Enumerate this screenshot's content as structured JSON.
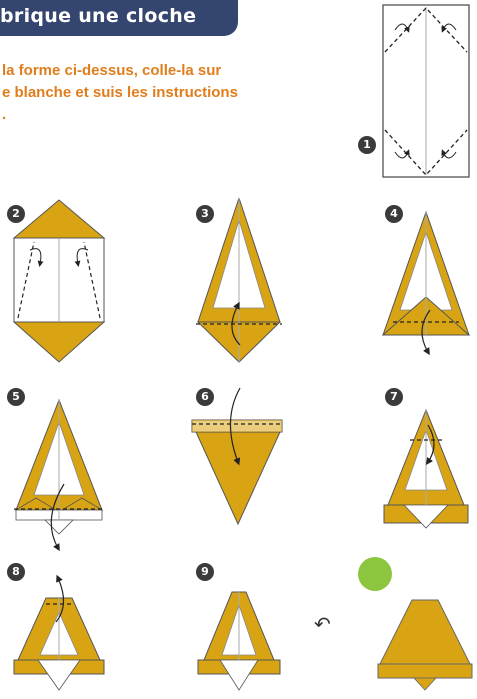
{
  "header": {
    "title": "brique une cloche"
  },
  "instructions": {
    "line1": "la forme ci-dessus, colle-la sur",
    "line2": "e blanche et suis les instructions",
    "line3": "."
  },
  "steps": [
    "1",
    "2",
    "3",
    "4",
    "5",
    "6",
    "7",
    "8",
    "9"
  ],
  "colors": {
    "banner": "#34466f",
    "instruction_text": "#e07d1c",
    "paper_yellow": "#d9a413",
    "paper_white": "#ffffff",
    "step_badge": "#3b3b3b",
    "check_badge": "#8cc63f"
  },
  "icons": {
    "done": "checkmark-icon",
    "flip": "flip-over-icon",
    "flip_glyph": "↶"
  }
}
